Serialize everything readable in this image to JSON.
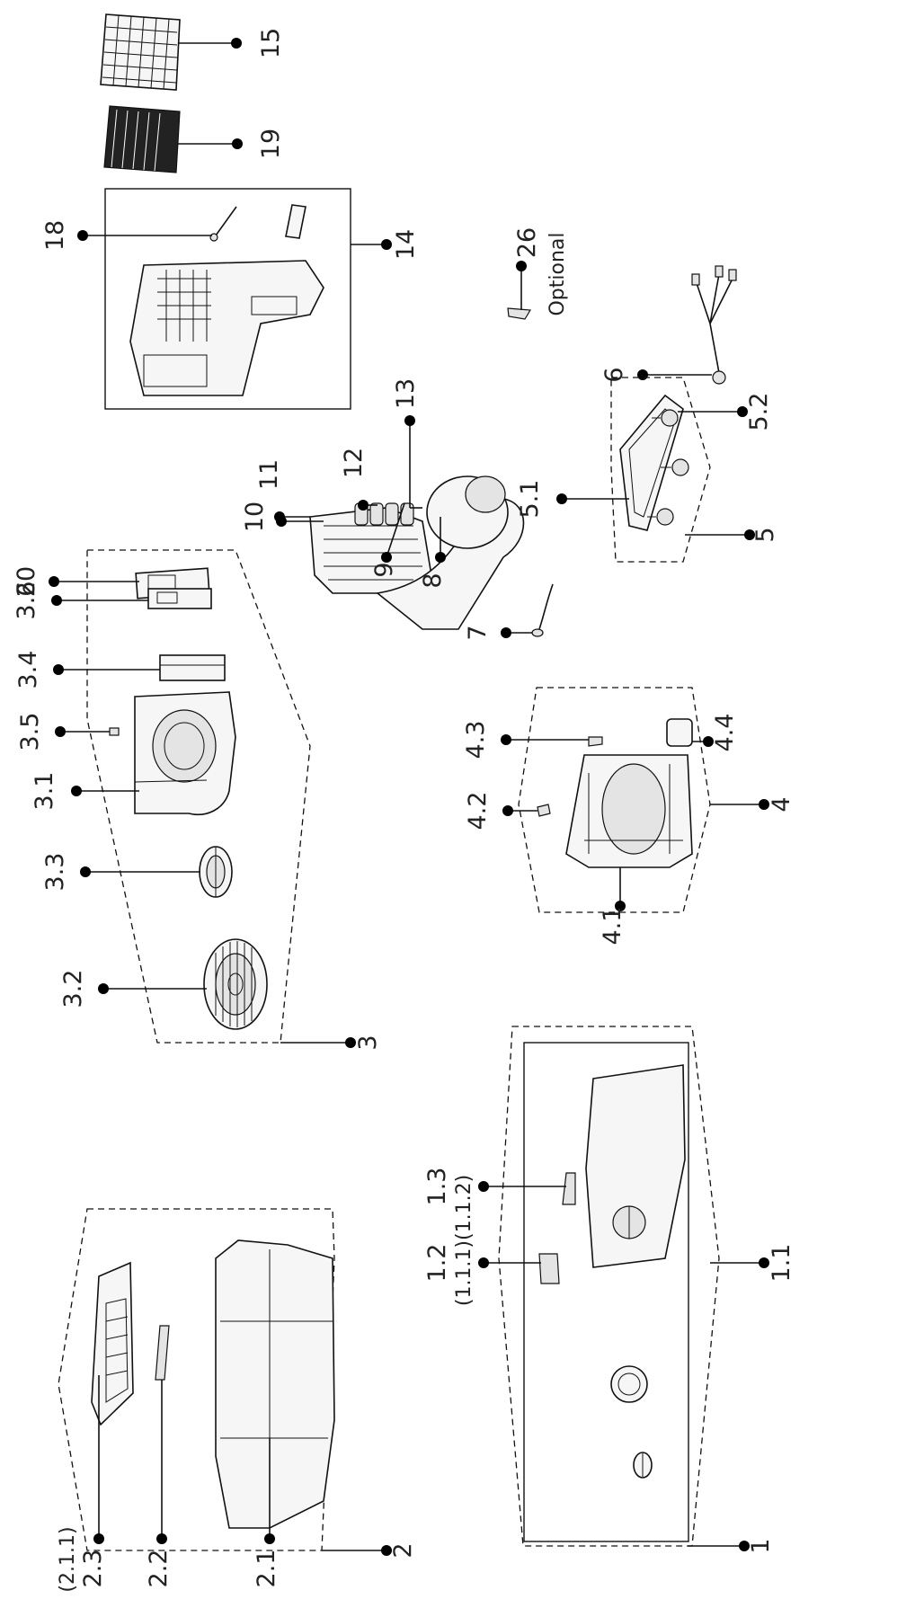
{
  "callouts": {
    "c15": "15",
    "c19": "19",
    "c18": "18",
    "c14": "14",
    "c26": "26",
    "optional": "Optional",
    "c6": "6",
    "c20": "20",
    "c11": "11",
    "c12": "12",
    "c13": "13",
    "c10": "10",
    "c9": "9",
    "c8": "8",
    "c36": "3.6",
    "c34": "3.4",
    "c35": "3.5",
    "c31": "3.1",
    "c33": "3.3",
    "c32": "3.2",
    "c3": "3",
    "c52": "5.2",
    "c51": "5.1",
    "c5": "5",
    "c7": "7",
    "c43": "4.3",
    "c44": "4.4",
    "c42": "4.2",
    "c41": "4.1",
    "c4": "4",
    "c13b": "1.3",
    "c12b": "1.2",
    "c111_112": "(1.1.1)(1.1.2)",
    "c11b": "1.1",
    "c1": "1",
    "c211": "(2.1.1)",
    "c23": "2.3",
    "c22": "2.2",
    "c21": "2.1",
    "c2": "2"
  }
}
